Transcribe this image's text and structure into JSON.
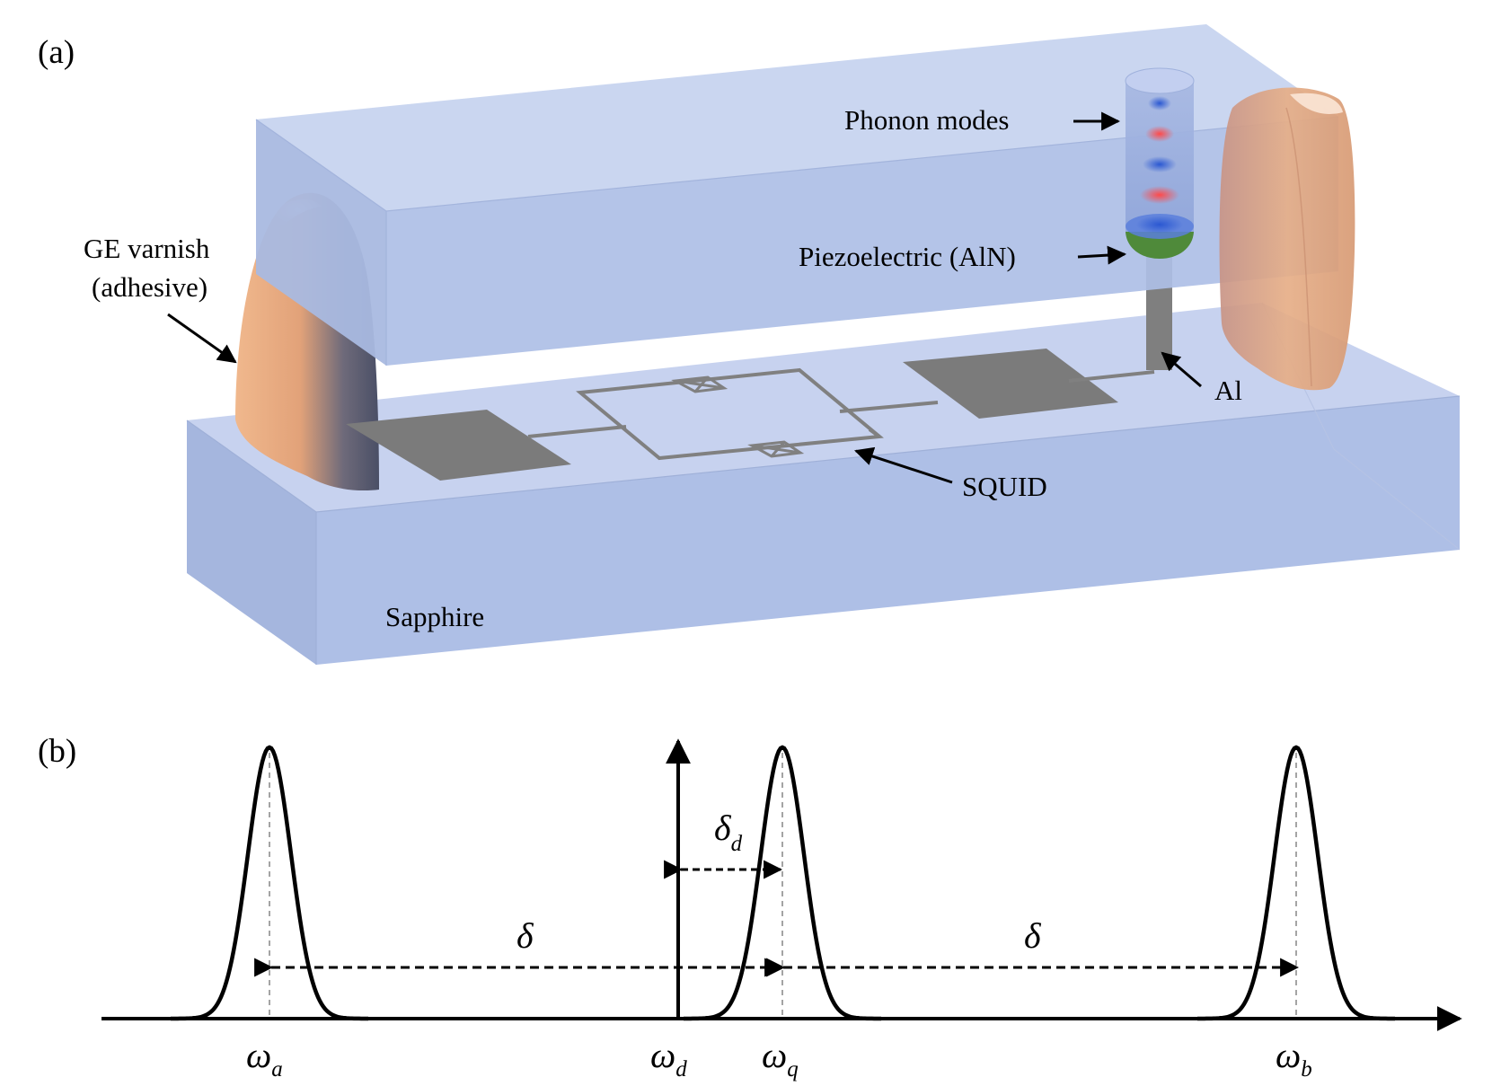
{
  "panel_a": {
    "label": "(a)",
    "labels": {
      "phonon_modes": "Phonon modes",
      "piezoelectric": "Piezoelectric (AlN)",
      "ge_varnish_line1": "GE varnish",
      "ge_varnish_line2": "(adhesive)",
      "aluminum": "Al",
      "squid": "SQUID",
      "sapphire": "Sapphire"
    },
    "colors": {
      "sapphire": "#a9bde6",
      "varnish": "#e4a57c",
      "electrode": "#7d7d7d",
      "piezo": "#4f8a3a",
      "phonon_blue": "#3b66d6",
      "phonon_red": "#f05a5a"
    }
  },
  "panel_b": {
    "label": "(b)",
    "detuning": {
      "symbol": "δ"
    },
    "drive_detuning": {
      "symbol": "δ",
      "sub": "d"
    },
    "axis_labels": [
      {
        "symbol": "ω",
        "sub": "a"
      },
      {
        "symbol": "ω",
        "sub": "d"
      },
      {
        "symbol": "ω",
        "sub": "q"
      },
      {
        "symbol": "ω",
        "sub": "b"
      }
    ]
  }
}
